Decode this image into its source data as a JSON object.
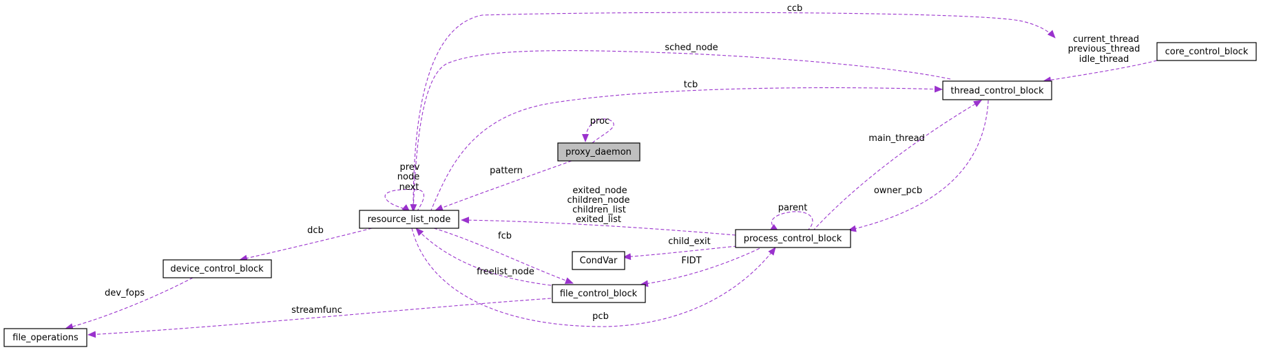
{
  "diagram": {
    "edge_color": "#9a32cd",
    "highlight_fill": "#bfbfbf",
    "nodes": {
      "core_control_block": "core_control_block",
      "thread_control_block": "thread_control_block",
      "proxy_daemon": "proxy_daemon",
      "resource_list_node": "resource_list_node",
      "device_control_block": "device_control_block",
      "file_operations": "file_operations",
      "process_control_block": "process_control_block",
      "condvar": "CondVar",
      "file_control_block": "file_control_block"
    },
    "edge_labels": {
      "ccb": "ccb",
      "sched_node": "sched_node",
      "tcb": "tcb",
      "proc": "proc",
      "pattern": "pattern",
      "thread_refs": [
        "current_thread",
        "previous_thread",
        "idle_thread"
      ],
      "main_thread": "main_thread",
      "owner_pcb": "owner_pcb",
      "self_list": [
        "prev",
        "node",
        "next"
      ],
      "pcb_lists": [
        "exited_node",
        "children_node",
        "children_list",
        "exited_list"
      ],
      "parent": "parent",
      "dcb": "dcb",
      "fcb": "fcb",
      "child_exit": "child_exit",
      "fidt": "FIDT",
      "freelist_node": "freelist_node",
      "dev_fops": "dev_fops",
      "streamfunc": "streamfunc",
      "pcb": "pcb"
    }
  }
}
